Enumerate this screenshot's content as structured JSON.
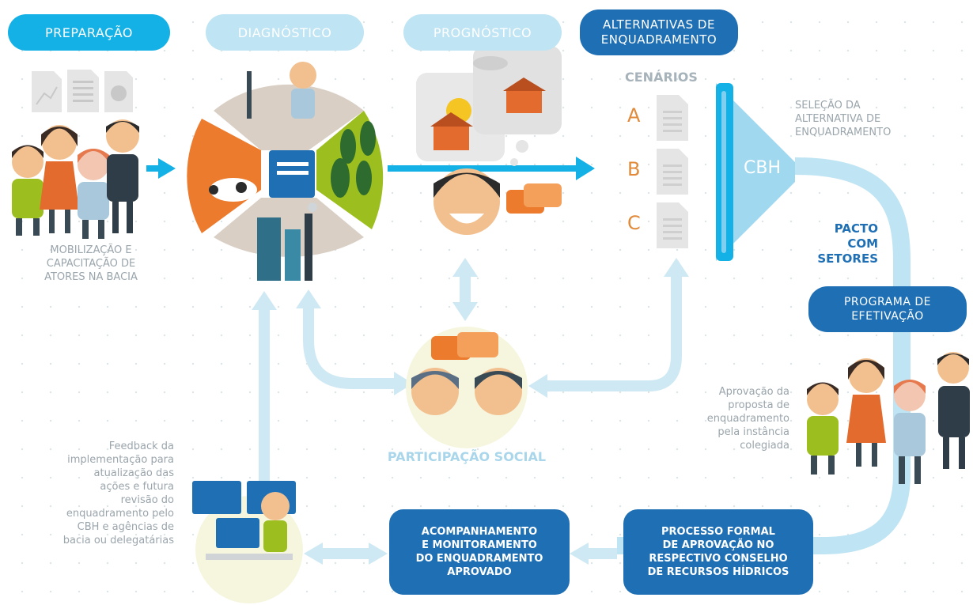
{
  "stages": {
    "preparacao": "PREPARAÇÃO",
    "diagnostico": "DIAGNÓSTICO",
    "prognostico": "PROGNÓSTICO",
    "alternativas": "ALTERNATIVAS DE\nENQUADRAMENTO"
  },
  "preparacao_caption": "MOBILIZAÇÃO E\nCAPACITAÇÃO DE\nATORES NA BACIA",
  "cenarios": {
    "title": "CENÁRIOS",
    "items": [
      "A",
      "B",
      "C"
    ]
  },
  "selecao_caption": "SELEÇÃO DA\nALTERNATIVA DE\nENQUADRAMENTO",
  "cbh_label": "CBH",
  "pacto_label": "PACTO\nCOM\nSETORES",
  "programa_label": "PROGRAMA DE\nEFETIVAÇÃO",
  "aprovacao_caption": "Aprovação da\nproposta de\nenquadramento\npela instância\ncolegiada",
  "participacao_label": "PARTICIPAÇÃO SOCIAL",
  "feedback_caption": "Feedback da\nimplementação para\natualização das\nações e futura\nrevisão do\nenquadramento pelo\nCBH e agências de\nbacia ou delegatárias",
  "acompanhamento_label": "ACOMPANHAMENTO\nE MONITORAMENTO\nDO ENQUADRAMENTO\nAPROVADO",
  "processo_label": "PROCESSO FORMAL\nDE APROVAÇÃO NO\nRESPECTIVO CONSELHO\nDE RECURSOS HÍDRICOS",
  "colors": {
    "cyan": "#14b1e6",
    "light_blue": "#bfe4f3",
    "dark_blue": "#1f6fb5",
    "orange": "#ec7b2d",
    "green": "#9cbf1f",
    "beige": "#d9cfc4"
  }
}
